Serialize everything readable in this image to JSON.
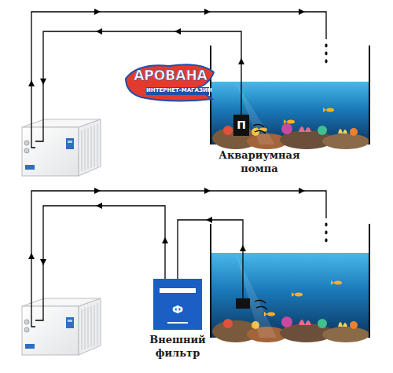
{
  "diagram": {
    "nodes": [
      {
        "text": [
          "П",
          "Аквариумная помпа"
        ]
      },
      {
        "text": [
          "Ф",
          "Внешний фильтр"
        ]
      }
    ],
    "labels": [
      "АРОВАНА",
      "ИНТЕРНЕТ-МАГАЗИН"
    ]
  }
}
